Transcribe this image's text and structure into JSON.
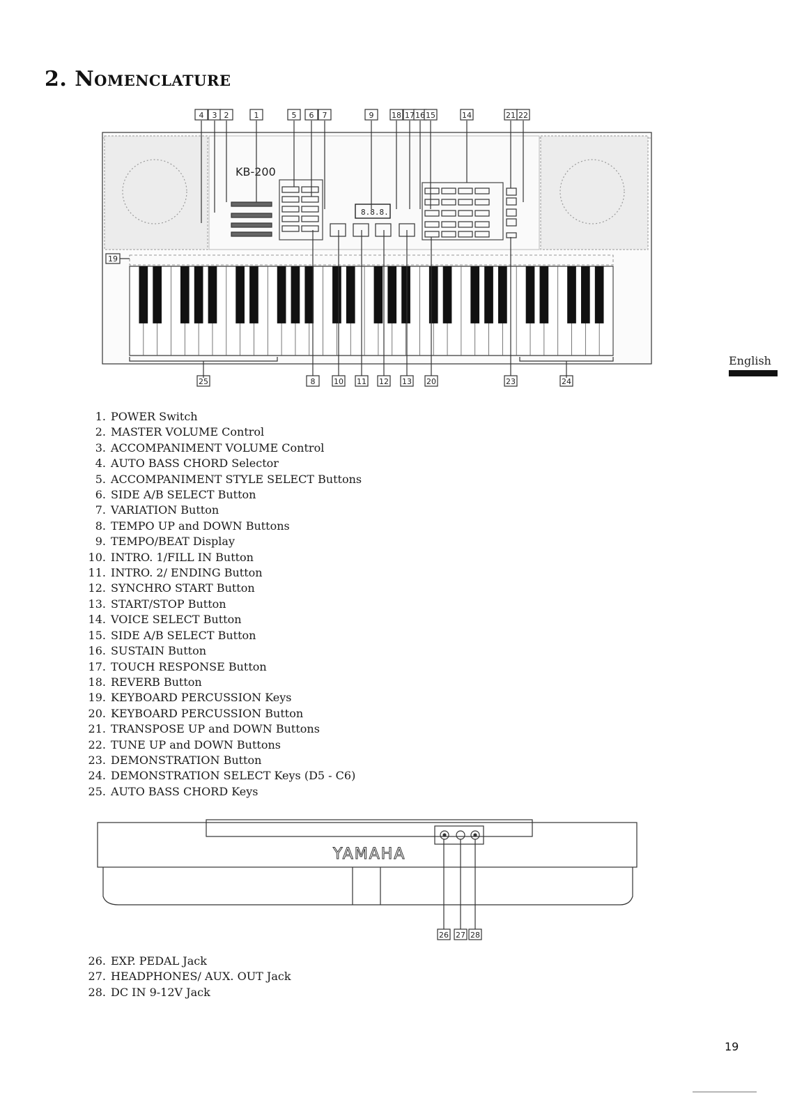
{
  "page": {
    "title": "2. Nomenclature",
    "language_tab": "English",
    "page_number": "19"
  },
  "front_panel": {
    "model_label": "KB-200",
    "tempo_display_reading": "8.8.8.",
    "top_callouts": [
      "4",
      "3",
      "2",
      "1",
      "5",
      "6",
      "7",
      "9",
      "18",
      "17",
      "16",
      "15",
      "14",
      "21",
      "22"
    ],
    "side_callouts": [
      "19"
    ],
    "bottom_callouts": [
      "25",
      "8",
      "10",
      "11",
      "12",
      "13",
      "20",
      "23",
      "24"
    ]
  },
  "rear_panel": {
    "brand_logo": "YAMAHA",
    "jack_callouts": [
      "26",
      "27",
      "28"
    ]
  },
  "parts": [
    {
      "num": "1.",
      "name": "POWER Switch"
    },
    {
      "num": "2.",
      "name": "MASTER VOLUME Control"
    },
    {
      "num": "3.",
      "name": "ACCOMPANIMENT VOLUME Control"
    },
    {
      "num": "4.",
      "name": "AUTO BASS CHORD Selector"
    },
    {
      "num": "5.",
      "name": "ACCOMPANIMENT STYLE SELECT Buttons"
    },
    {
      "num": "6.",
      "name": "SIDE A/B SELECT Button"
    },
    {
      "num": "7.",
      "name": "VARIATION Button"
    },
    {
      "num": "8.",
      "name": "TEMPO UP and DOWN Buttons"
    },
    {
      "num": "9.",
      "name": "TEMPO/BEAT Display"
    },
    {
      "num": "10.",
      "name": "INTRO. 1/FILL IN Button"
    },
    {
      "num": "11.",
      "name": "INTRO. 2/ ENDING Button"
    },
    {
      "num": "12.",
      "name": "SYNCHRO START Button"
    },
    {
      "num": "13.",
      "name": "START/STOP Button"
    },
    {
      "num": "14.",
      "name": "VOICE SELECT Button"
    },
    {
      "num": "15.",
      "name": "SIDE A/B SELECT Button"
    },
    {
      "num": "16.",
      "name": "SUSTAIN Button"
    },
    {
      "num": "17.",
      "name": "TOUCH RESPONSE Button"
    },
    {
      "num": "18.",
      "name": "REVERB Button"
    },
    {
      "num": "19.",
      "name": "KEYBOARD PERCUSSION Keys"
    },
    {
      "num": "20.",
      "name": "KEYBOARD PERCUSSION Button"
    },
    {
      "num": "21.",
      "name": "TRANSPOSE UP and DOWN Buttons"
    },
    {
      "num": "22.",
      "name": "TUNE UP and DOWN Buttons"
    },
    {
      "num": "23.",
      "name": "DEMONSTRATION Button"
    },
    {
      "num": "24.",
      "name": "DEMONSTRATION SELECT Keys (D5 - C6)"
    },
    {
      "num": "25.",
      "name": "AUTO BASS CHORD Keys"
    }
  ],
  "rear_parts": [
    {
      "num": "26.",
      "name": "EXP. PEDAL Jack"
    },
    {
      "num": "27.",
      "name": "HEADPHONES/ AUX. OUT Jack"
    },
    {
      "num": "28.",
      "name": "DC IN 9-12V Jack"
    }
  ]
}
